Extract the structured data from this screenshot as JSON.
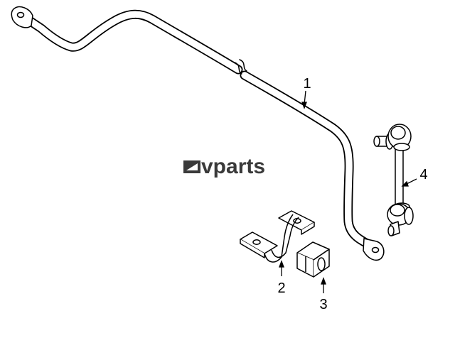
{
  "watermark": {
    "text": "vparts",
    "color": "#3a3a3a"
  },
  "callouts": [
    {
      "id": "1",
      "label": "1"
    },
    {
      "id": "2",
      "label": "2"
    },
    {
      "id": "3",
      "label": "3"
    },
    {
      "id": "4",
      "label": "4"
    }
  ],
  "colors": {
    "line": "#000000",
    "fill": "#ffffff"
  }
}
